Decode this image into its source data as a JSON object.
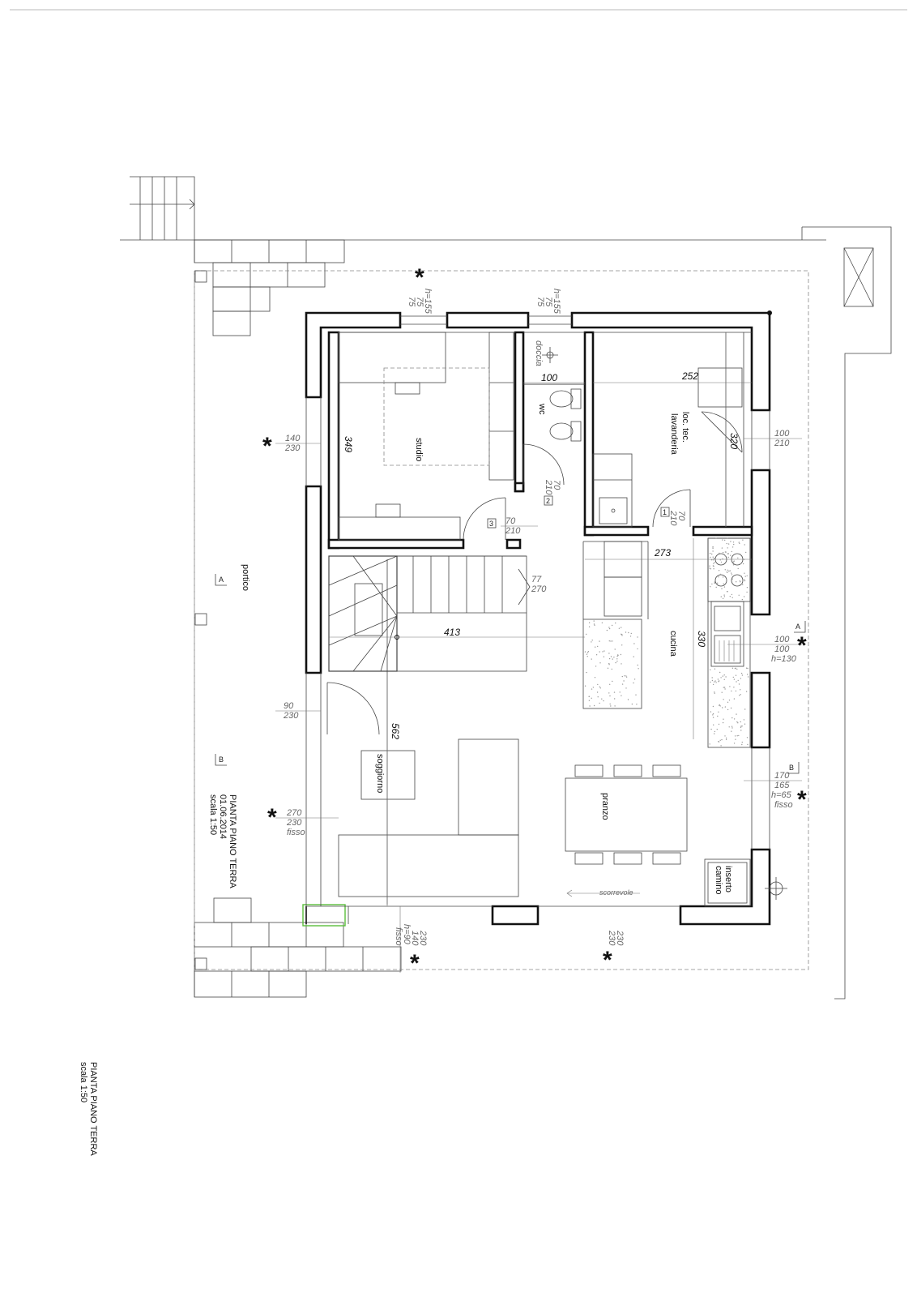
{
  "rooms": {
    "studio": "studio",
    "wc": "wc",
    "loc_tec_1": "loc. tec.",
    "loc_tec_2": "lavanderia",
    "portico": "portico",
    "cucina": "cucina",
    "soggiorno": "soggiorno",
    "pranzo": "pranzo",
    "inserto_1": "inserto",
    "inserto_2": "camino",
    "doccia": "doccia"
  },
  "dimensions": {
    "d252": "252",
    "d320": "320",
    "d349": "349",
    "d100": "100",
    "d273": "273",
    "d413": "413",
    "d330": "330",
    "d562": "562"
  },
  "openings": {
    "w_top1": [
      "75",
      "75",
      "h=155"
    ],
    "w_top2": [
      "75",
      "75",
      "h=155"
    ],
    "w_left1": [
      "140",
      "230"
    ],
    "w_right1": [
      "100",
      "210"
    ],
    "d_wc": [
      "70",
      "210"
    ],
    "d_studio": [
      "70",
      "210"
    ],
    "d_loc": [
      "70",
      "210"
    ],
    "stair": [
      "77",
      "270"
    ],
    "w_kitchen": [
      "100",
      "100",
      "h=130"
    ],
    "d_left2": [
      "90",
      "230"
    ],
    "w_left3": [
      "270",
      "230",
      "fisso"
    ],
    "w_right2": [
      "170",
      "165",
      "h=65",
      "fisso"
    ],
    "w_bottom1": [
      "230",
      "140",
      "h=90",
      "fisso"
    ],
    "w_bottom2": [
      "230",
      "230"
    ]
  },
  "markers": {
    "d2": "2",
    "d3": "3",
    "d1": "1",
    "secA": "A",
    "secB": "B"
  },
  "labels": {
    "scorrevole": "scorrevole"
  },
  "title_block": {
    "line1": "PIANTA PIANO TERRA",
    "line2": "01.06.2014",
    "line3": "scala 1:50"
  },
  "side_caption": {
    "line1": "PIANTA PIANO TERRA",
    "line2": "scala 1:50"
  },
  "colors": {
    "line": "#111111",
    "accent": "#5bbf3c"
  }
}
